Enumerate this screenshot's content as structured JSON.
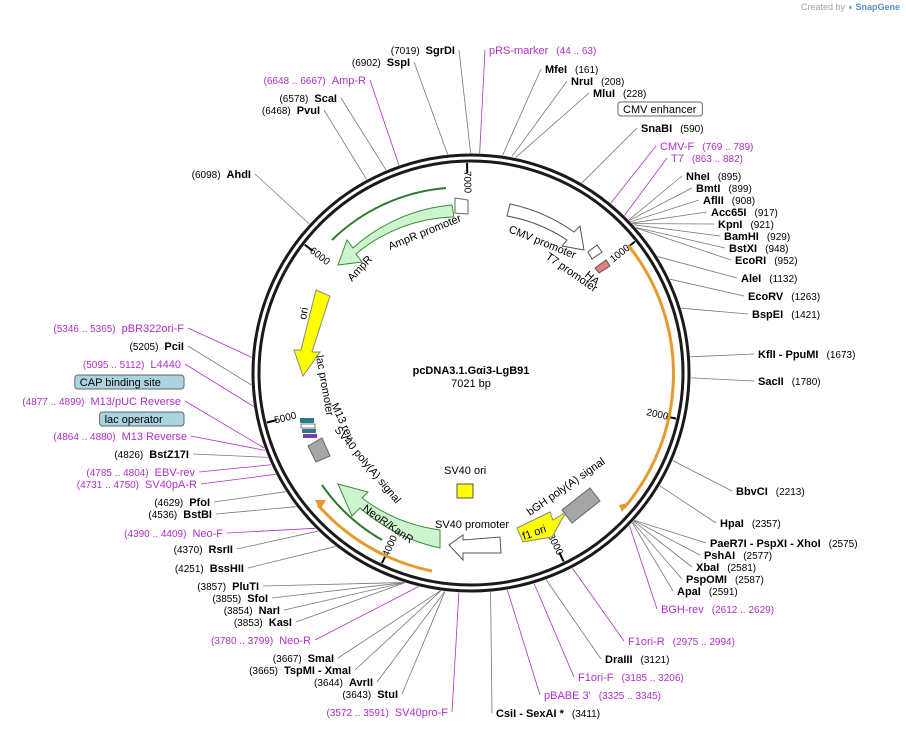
{
  "watermark": {
    "prefix": "Created by",
    "brand": "SnapGene"
  },
  "plasmid": {
    "name": "pcDNA3.1.Gαi3-LgB91",
    "size": "7021 bp"
  },
  "ticks": [
    "1000",
    "2000",
    "3000",
    "4000",
    "5000",
    "6000",
    "7000"
  ],
  "colors": {
    "backbone": "#1a1a1a",
    "primer": "#b02fc8",
    "feature_green": "#cdf5cd",
    "feature_yellow": "#ffff00",
    "orf_orange": "#e59a2c",
    "promoter_white": "#ffffff",
    "terminator_gray": "#a6a6a6"
  },
  "sites_right": [
    {
      "name": "pRS-marker",
      "pos": "(44 .. 63)",
      "kind": "primer"
    },
    {
      "name": "MfeI",
      "pos": "(161)"
    },
    {
      "name": "NruI",
      "pos": "(208)"
    },
    {
      "name": "MluI",
      "pos": "(228)"
    },
    {
      "name": "CMV enhancer",
      "kind": "boxed"
    },
    {
      "name": "SnaBI",
      "pos": "(590)"
    },
    {
      "name": "CMV-F",
      "pos": "(769 .. 789)",
      "kind": "primer"
    },
    {
      "name": "T7",
      "pos": "(863 .. 882)",
      "kind": "primer"
    },
    {
      "name": "NheI",
      "pos": "(895)"
    },
    {
      "name": "BmtI",
      "pos": "(899)"
    },
    {
      "name": "AflII",
      "pos": "(908)"
    },
    {
      "name": "Acc65I",
      "pos": "(917)"
    },
    {
      "name": "KpnI",
      "pos": "(921)"
    },
    {
      "name": "BamHI",
      "pos": "(929)"
    },
    {
      "name": "BstXI",
      "pos": "(948)"
    },
    {
      "name": "EcoRI",
      "pos": "(952)"
    },
    {
      "name": "AleI",
      "pos": "(1132)"
    },
    {
      "name": "EcoRV",
      "pos": "(1263)"
    },
    {
      "name": "BspEI",
      "pos": "(1421)"
    },
    {
      "name": "KflI - PpuMI",
      "pos": "(1673)"
    },
    {
      "name": "SacII",
      "pos": "(1780)"
    },
    {
      "name": "BbvCI",
      "pos": "(2213)"
    },
    {
      "name": "HpaI",
      "pos": "(2357)"
    },
    {
      "name": "PaeR7I - PspXI - XhoI",
      "pos": "(2575)"
    },
    {
      "name": "PshAI",
      "pos": "(2577)"
    },
    {
      "name": "XbaI",
      "pos": "(2581)"
    },
    {
      "name": "PspOMI",
      "pos": "(2587)"
    },
    {
      "name": "ApaI",
      "pos": "(2591)"
    },
    {
      "name": "BGH-rev",
      "pos": "(2612 .. 2629)",
      "kind": "primer"
    },
    {
      "name": "F1ori-R",
      "pos": "(2975 .. 2994)",
      "kind": "primer"
    },
    {
      "name": "DraIII",
      "pos": "(3121)"
    },
    {
      "name": "F1ori-F",
      "pos": "(3185 .. 3206)",
      "kind": "primer"
    },
    {
      "name": "pBABE 3'",
      "pos": "(3325 .. 3345)",
      "kind": "primer"
    },
    {
      "name": "CsiI - SexAI *",
      "pos": "(3411)"
    }
  ],
  "sites_left": [
    {
      "name": "SgrDI",
      "pos": "(7019)"
    },
    {
      "name": "SspI",
      "pos": "(6902)"
    },
    {
      "name": "Amp-R",
      "pos": "(6648 .. 6667)",
      "kind": "primer"
    },
    {
      "name": "ScaI",
      "pos": "(6578)"
    },
    {
      "name": "PvuI",
      "pos": "(6468)"
    },
    {
      "name": "AhdI",
      "pos": "(6098)"
    },
    {
      "name": "pBR322ori-F",
      "pos": "(5346 .. 5365)",
      "kind": "primer"
    },
    {
      "name": "PciI",
      "pos": "(5205)"
    },
    {
      "name": "L4440",
      "pos": "(5095 .. 5112)",
      "kind": "primer"
    },
    {
      "name": "CAP binding site",
      "kind": "boxed"
    },
    {
      "name": "M13/pUC Reverse",
      "pos": "(4877 .. 4899)",
      "kind": "primer"
    },
    {
      "name": "lac operator",
      "kind": "boxed"
    },
    {
      "name": "M13 Reverse",
      "pos": "(4864 .. 4880)",
      "kind": "primer"
    },
    {
      "name": "BstZ17I",
      "pos": "(4826)"
    },
    {
      "name": "EBV-rev",
      "pos": "(4785 .. 4804)",
      "kind": "primer"
    },
    {
      "name": "SV40pA-R",
      "pos": "(4731 .. 4750)",
      "kind": "primer"
    },
    {
      "name": "PfoI",
      "pos": "(4629)"
    },
    {
      "name": "BstBI",
      "pos": "(4536)"
    },
    {
      "name": "Neo-F",
      "pos": "(4390 .. 4409)",
      "kind": "primer"
    },
    {
      "name": "RsrII",
      "pos": "(4370)"
    },
    {
      "name": "BssHII",
      "pos": "(4251)"
    },
    {
      "name": "PluTI",
      "pos": "(3857)"
    },
    {
      "name": "SfoI",
      "pos": "(3855)"
    },
    {
      "name": "NarI",
      "pos": "(3854)"
    },
    {
      "name": "KasI",
      "pos": "(3853)"
    },
    {
      "name": "Neo-R",
      "pos": "(3780 .. 3799)",
      "kind": "primer"
    },
    {
      "name": "SmaI",
      "pos": "(3667)"
    },
    {
      "name": "TspMI - XmaI",
      "pos": "(3665)"
    },
    {
      "name": "AvrII",
      "pos": "(3644)"
    },
    {
      "name": "StuI",
      "pos": "(3643)"
    },
    {
      "name": "SV40pro-F",
      "pos": "(3572 .. 3591)",
      "kind": "primer"
    }
  ],
  "features": {
    "ampr": "AmpR",
    "ampr_promoter": "AmpR promoter",
    "ori": "ori",
    "lac_promoter": "lac promoter",
    "m13_rev": "M13 rev",
    "sv40_polya": "SV40 poly(A) signal",
    "neo": "NeoR/KanR",
    "sv40_promoter": "SV40 promoter",
    "sv40_ori": "SV40 ori",
    "f1_ori": "f1 ori",
    "bgh_polya": "bGH poly(A) signal",
    "cmv_promoter": "CMV promoter",
    "t7_promoter": "T7 promoter",
    "ha": "HA"
  }
}
